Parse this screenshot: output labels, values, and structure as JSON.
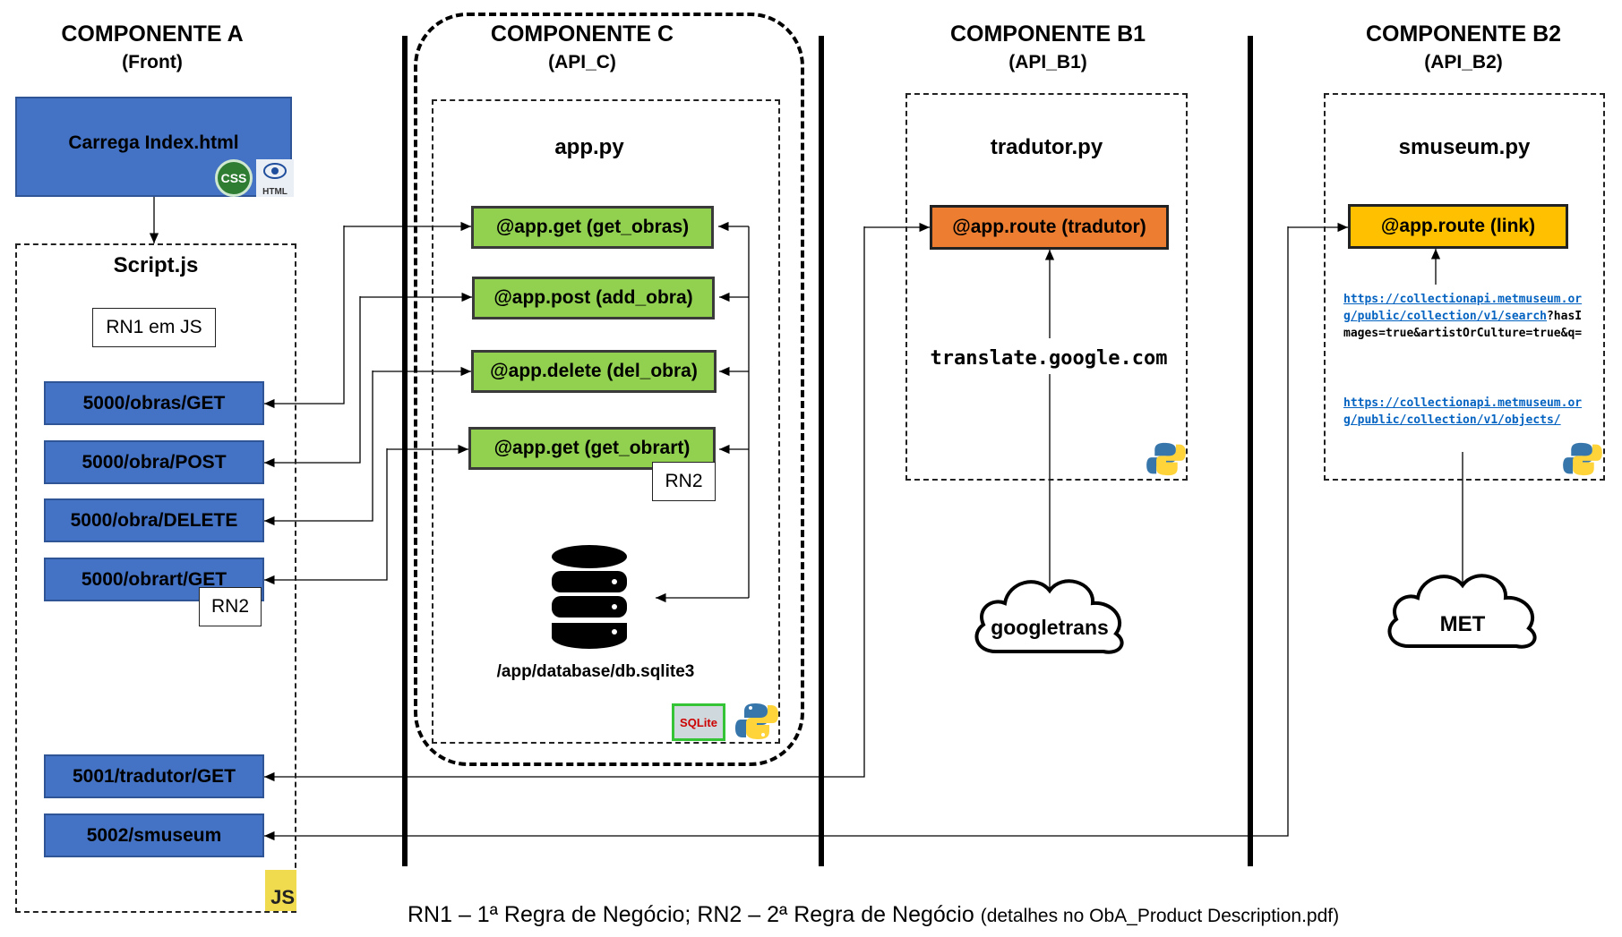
{
  "components": {
    "a": {
      "title": "COMPONENTE A",
      "sub": "(Front)"
    },
    "c": {
      "title": "COMPONENTE C",
      "sub": "(API_C)"
    },
    "b1": {
      "title": "COMPONENTE B1",
      "sub": "(API_B1)"
    },
    "b2": {
      "title": "COMPONENTE B2",
      "sub": "(API_B2)"
    }
  },
  "front": {
    "index": "Carrega Index.html",
    "css_badge": "CSS",
    "html_badge": "HTML",
    "script": "Script.js",
    "rn1": "RN1 em JS",
    "routes": [
      "5000/obras/GET",
      "5000/obra/POST",
      "5000/obra/DELETE",
      "5000/obrart/GET",
      "5001/tradutor/GET",
      "5002/smuseum"
    ],
    "rn2": "RN2",
    "js_badge": "JS"
  },
  "api_c": {
    "file": "app.py",
    "endpoints": [
      "@app.get (get_obras)",
      "@app.post (add_obra)",
      "@app.delete (del_obra)",
      "@app.get (get_obrart)"
    ],
    "rn2": "RN2",
    "db_path": "/app/database/db.sqlite3",
    "sqlite_badge": "SQLite"
  },
  "api_b1": {
    "file": "tradutor.py",
    "endpoint": "@app.route (tradutor)",
    "service": "translate.google.com",
    "cloud": "googletrans",
    "color": "#ED7D31"
  },
  "api_b2": {
    "file": "smuseum.py",
    "endpoint": "@app.route (link)",
    "url1_link": "https://collectionapi.metmuseum.org/public/collection/v1/search",
    "url1_rest": "?hasImages=true&artistOrCulture=true&q=",
    "url2_link": "https://collectionapi.metmuseum.org/public/collection/v1/objects/",
    "cloud": "MET",
    "color": "#FFC000"
  },
  "footer": {
    "main": "RN1 – 1ª Regra de Negócio; RN2 – 2ª Regra de Negócio",
    "detail": "(detalhes no ObA_Product Description.pdf)"
  }
}
